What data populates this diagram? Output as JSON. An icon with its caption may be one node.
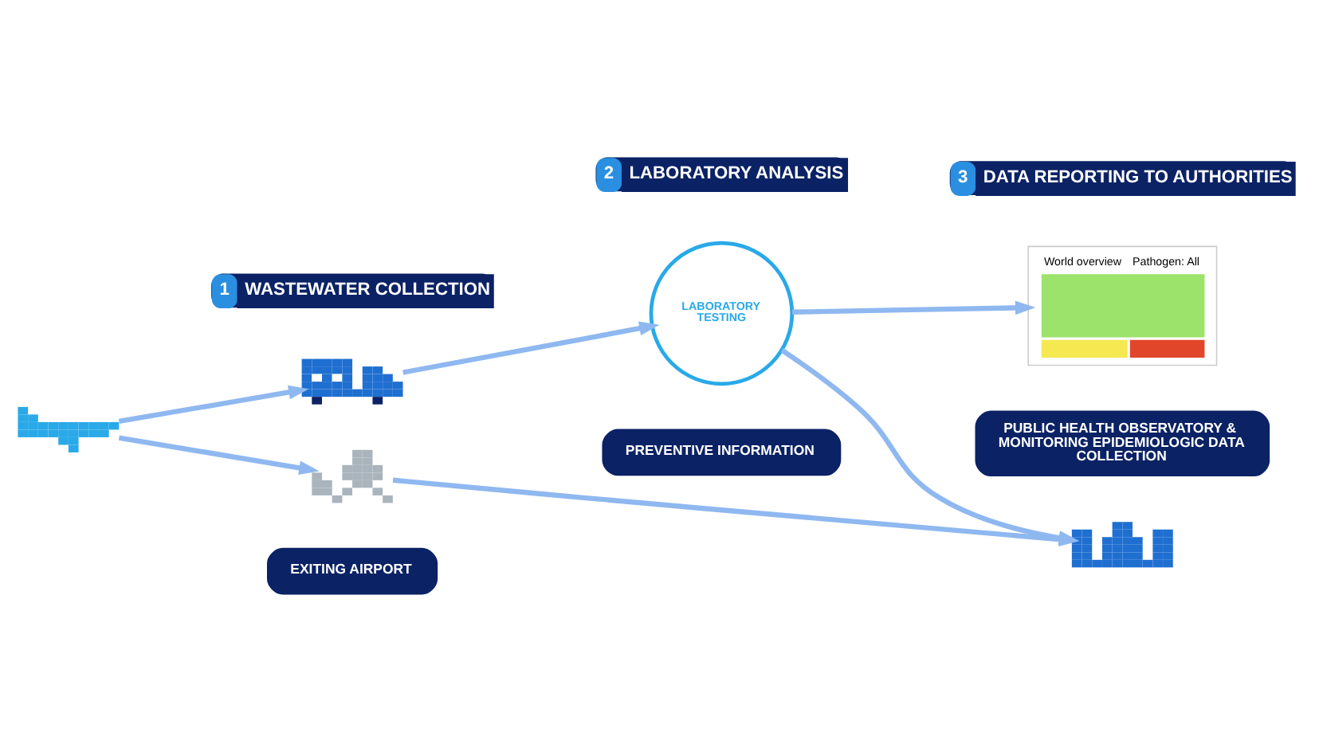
{
  "diagram": {
    "nodes": [
      {
        "text": [
          "1",
          "WASTEWATER COLLECTION"
        ]
      },
      {
        "text": [
          "2",
          "LABORATORY ANALYSIS"
        ]
      },
      {
        "text": [
          "3",
          "DATA REPORTING TO AUTHORITIES"
        ]
      },
      {
        "text": [],
        "shape": "picture"
      },
      {
        "text": [],
        "shape": "picture"
      },
      {
        "text": [
          "LABORATORY",
          "TESTING"
        ]
      },
      {
        "text": [
          "World overview",
          "Pathogen:",
          "All"
        ]
      },
      {
        "text": [
          "PREVENTIVE INFORMATION"
        ]
      },
      {
        "text": [
          "PUBLIC HEALTH OBSERVATORY & MONITORING EPIDEMIOLOGIC DATA COLLECTION"
        ]
      },
      {
        "text": [],
        "shape": "person"
      },
      {
        "text": [],
        "shape": "picture"
      },
      {
        "text": [
          "EXITING AIRPORT"
        ]
      }
    ],
    "edges": [
      {
        "from": 3,
        "to": 4,
        "arrow": "to"
      },
      {
        "from": 4,
        "to": 5,
        "arrow": "to"
      },
      {
        "from": 5,
        "to": 6,
        "arrow": "to"
      },
      {
        "from": 3,
        "to": 9,
        "arrow": "to"
      },
      {
        "from": 5,
        "to": 10,
        "arrow": "to"
      },
      {
        "from": 9,
        "to": 10,
        "arrow": "to"
      }
    ]
  }
}
